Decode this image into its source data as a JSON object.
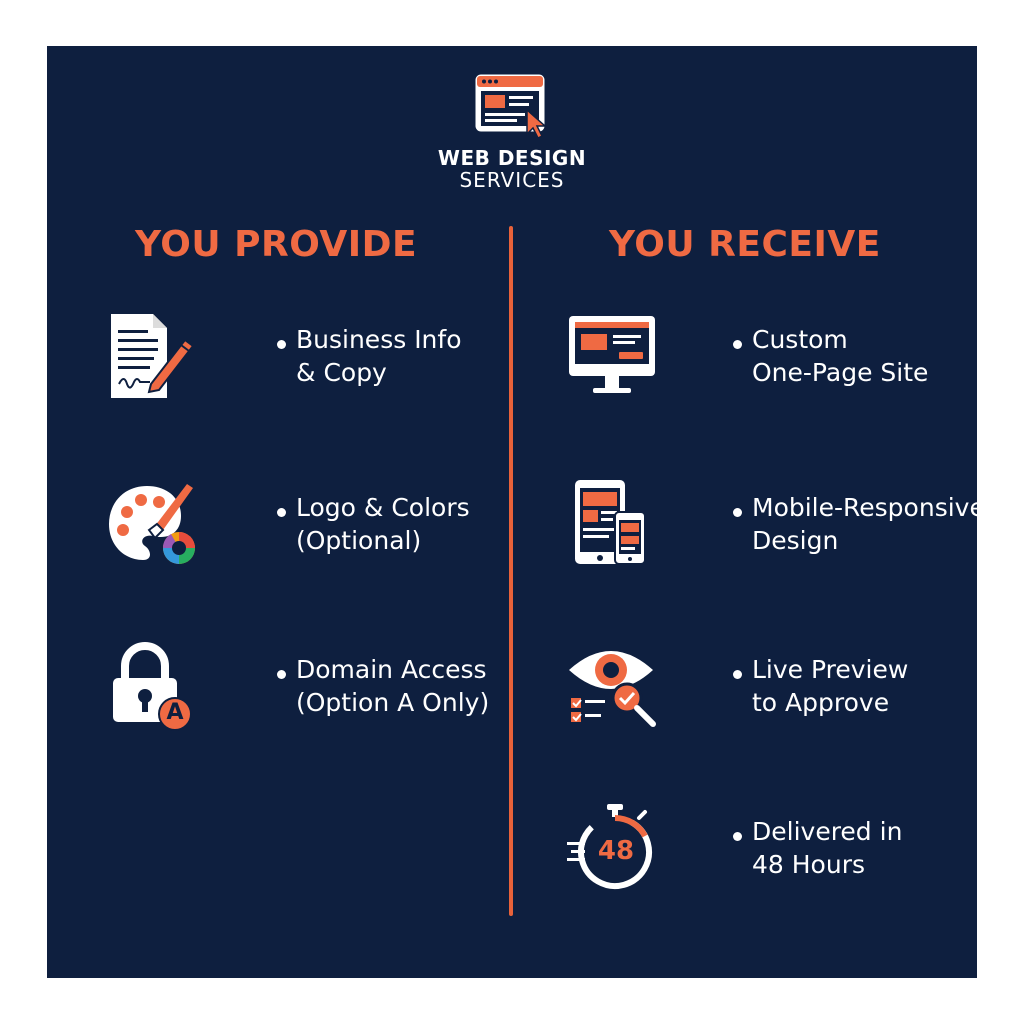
{
  "brand": {
    "title": "WEB DESIGN",
    "subtitle": "SERVICES"
  },
  "provide": {
    "heading": "YOU PROVIDE",
    "items": [
      {
        "icon": "document-pen-icon",
        "lines": [
          "Business Info",
          "& Copy"
        ]
      },
      {
        "icon": "palette-icon",
        "lines": [
          "Logo & Colors",
          "(Optional)"
        ]
      },
      {
        "icon": "padlock-icon",
        "badge": "A",
        "lines": [
          "Domain Access",
          "(Option A Only)"
        ]
      }
    ]
  },
  "receive": {
    "heading": "YOU RECEIVE",
    "items": [
      {
        "icon": "desktop-monitor-icon",
        "lines": [
          "Custom",
          "One-Page Site"
        ]
      },
      {
        "icon": "mobile-devices-icon",
        "lines": [
          "Mobile-Responsive",
          "Design"
        ]
      },
      {
        "icon": "eye-checklist-icon",
        "lines": [
          "Live Preview",
          "to Approve"
        ]
      },
      {
        "icon": "stopwatch-icon",
        "timer": "48",
        "lines": [
          "Delivered in",
          "48 Hours"
        ]
      }
    ]
  },
  "colors": {
    "background": "#0e1f3f",
    "accent": "#ef6a43",
    "text": "#ffffff"
  }
}
